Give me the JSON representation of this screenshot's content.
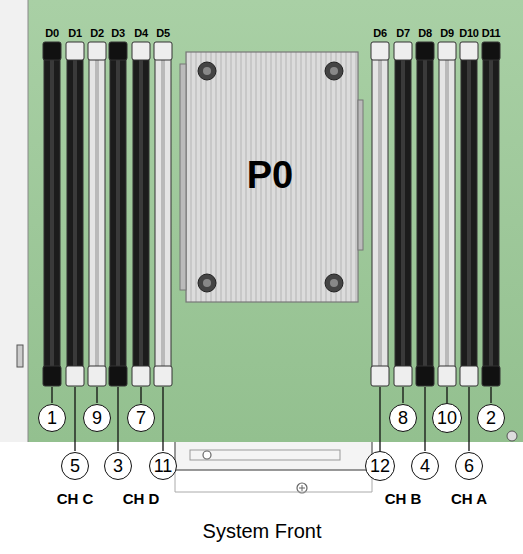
{
  "diagram": {
    "nodes": [
      {
        "text": [
          "P0"
        ]
      },
      {
        "text": [
          "1"
        ]
      },
      {
        "text": [
          "9"
        ]
      },
      {
        "text": [
          "7"
        ]
      },
      {
        "text": [
          "8"
        ]
      },
      {
        "text": [
          "10"
        ]
      },
      {
        "text": [
          "2"
        ]
      },
      {
        "text": [
          "5"
        ]
      },
      {
        "text": [
          "3"
        ]
      },
      {
        "text": [
          "11"
        ]
      },
      {
        "text": [
          "12"
        ]
      },
      {
        "text": [
          "4"
        ]
      },
      {
        "text": [
          "6"
        ]
      }
    ],
    "labels": [
      "D0",
      "D1",
      "D2",
      "D3",
      "D4",
      "D5",
      "D6",
      "D7",
      "D8",
      "D9",
      "D10",
      "D11",
      "CH C",
      "CH D",
      "CH B",
      "CH A",
      "System Front"
    ]
  }
}
